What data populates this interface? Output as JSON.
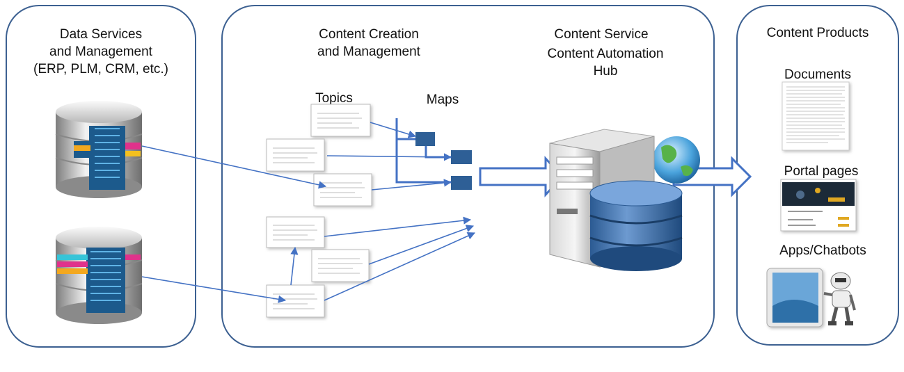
{
  "panels": {
    "data_services": {
      "title_line1": "Data Services",
      "title_line2": "and Management",
      "title_line3": "(ERP, PLM, CRM, etc.)"
    },
    "content_creation": {
      "title_line1": "Content Creation",
      "title_line2": "and Management",
      "topics_label": "Topics",
      "maps_label": "Maps"
    },
    "content_service": {
      "title_line1": "Content Service",
      "title_line2": "Content Automation",
      "title_line3": "Hub"
    },
    "content_products": {
      "title": "Content Products",
      "documents_label": "Documents",
      "portal_label": "Portal pages",
      "apps_label": "Apps/Chatbots"
    }
  },
  "colors": {
    "panel_border": "#3c6091",
    "connector": "#4472c4",
    "map_node": "#2e5f96",
    "db_body": "#4a78b0"
  },
  "icons": [
    "database-icon",
    "topic-document-icon",
    "map-node-icon",
    "server-icon",
    "globe-icon",
    "tablet-icon",
    "robot-icon"
  ]
}
